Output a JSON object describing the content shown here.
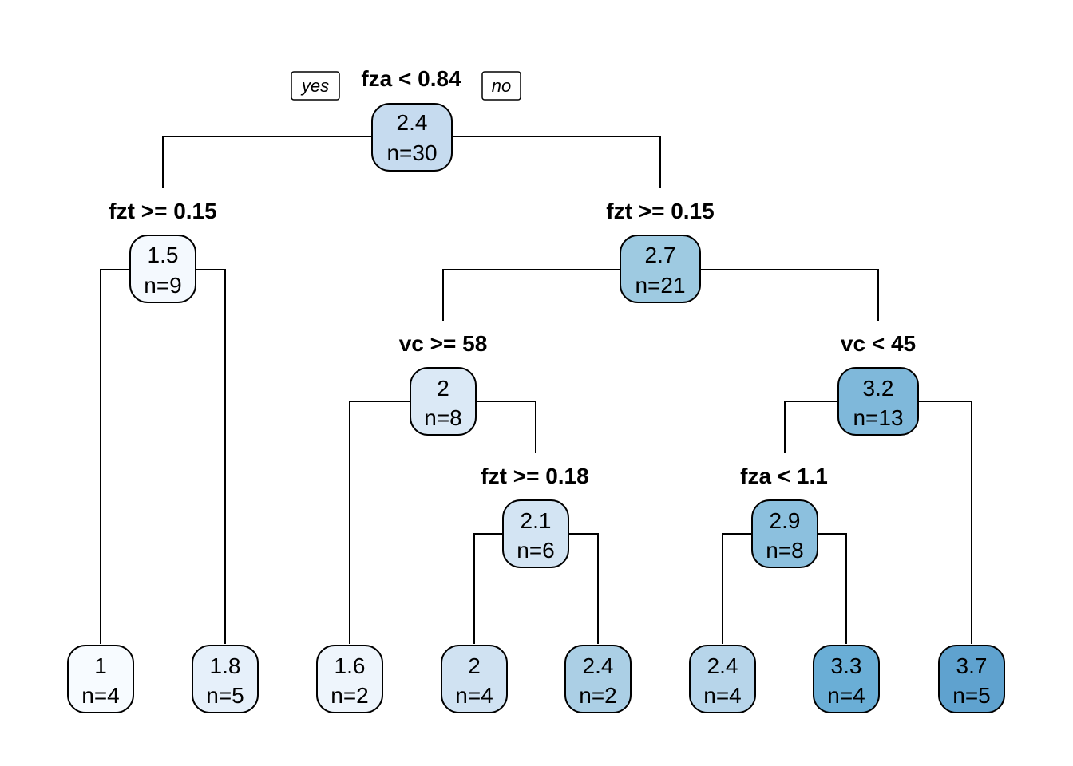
{
  "tree": {
    "yes_label": "yes",
    "no_label": "no",
    "nodes": [
      {
        "id": "n1",
        "value": "2.4",
        "n": "n=30",
        "split": "fza < 0.84",
        "color": "#c6dbef"
      },
      {
        "id": "n2",
        "value": "1.5",
        "n": "n=9",
        "split": "fzt >= 0.15",
        "color": "#f4f9fe"
      },
      {
        "id": "n3",
        "value": "2.7",
        "n": "n=21",
        "split": "fzt >= 0.15",
        "color": "#9ecae1"
      },
      {
        "id": "n4",
        "value": "1",
        "n": "n=4",
        "split": "",
        "color": "#f7fbff"
      },
      {
        "id": "n5",
        "value": "1.8",
        "n": "n=5",
        "split": "",
        "color": "#e6f0fa"
      },
      {
        "id": "n6",
        "value": "2",
        "n": "n=8",
        "split": "vc >= 58",
        "color": "#dbe9f6"
      },
      {
        "id": "n7",
        "value": "3.2",
        "n": "n=13",
        "split": "vc < 45",
        "color": "#7fb8da"
      },
      {
        "id": "n8",
        "value": "1.6",
        "n": "n=2",
        "split": "",
        "color": "#eef5fc"
      },
      {
        "id": "n9",
        "value": "2.1",
        "n": "n=6",
        "split": "fzt >= 0.18",
        "color": "#d3e4f3"
      },
      {
        "id": "n10",
        "value": "2.9",
        "n": "n=8",
        "split": "fza < 1.1",
        "color": "#8cc0de"
      },
      {
        "id": "n11",
        "value": "3.7",
        "n": "n=5",
        "split": "",
        "color": "#5fa2cf"
      },
      {
        "id": "n12",
        "value": "2",
        "n": "n=4",
        "split": "",
        "color": "#d0e2f2"
      },
      {
        "id": "n13",
        "value": "2.4",
        "n": "n=2",
        "split": "",
        "color": "#abcfe5"
      },
      {
        "id": "n14",
        "value": "2.4",
        "n": "n=4",
        "split": "",
        "color": "#b7d5ea"
      },
      {
        "id": "n15",
        "value": "3.3",
        "n": "n=4",
        "split": "",
        "color": "#6aaed6"
      }
    ]
  }
}
